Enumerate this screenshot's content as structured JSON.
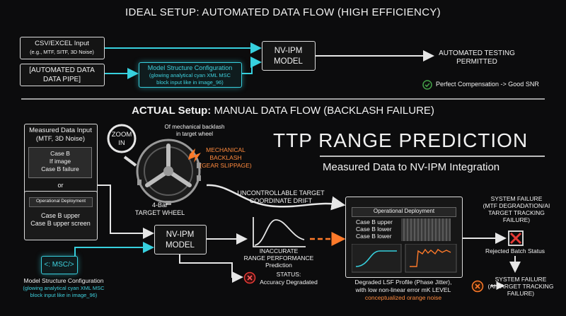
{
  "colors": {
    "background": "#0c0c0d",
    "line": "#e6e6e6",
    "accent_cyan": "#37d0de",
    "accent_orange": "#ff7a2a",
    "error_red": "#e53935",
    "ok_green": "#43a047"
  },
  "ideal": {
    "title": "IDEAL SETUP: AUTOMATED DATA FLOW (HIGH EFFICIENCY)",
    "csv_input": [
      "CSV/EXCEL Input",
      "(e.g., MTF, SITF, 3D Noise)"
    ],
    "data_pipe": [
      "[AUTOMATED DATA",
      "DATA PIPE]"
    ],
    "model_config": [
      "Model Structure Configuration",
      "(glowing analytical cyan XML MSC",
      "block input like in image_96)"
    ],
    "model": [
      "NV-IPM",
      "MODEL"
    ],
    "automated_testing": [
      "AUTOMATED TESTING",
      "PERMITTED"
    ],
    "perfect_compensation": "Perfect Compensation -> Good SNR"
  },
  "actual": {
    "title_bold": "ACTUAL Setup:",
    "title_rest": " MANUAL DATA FLOW (BACKLASH FAILURE)",
    "measured_input": [
      "Measured Data Input",
      "(MTF, 3D Noise)"
    ],
    "case_b_if": [
      "Case B",
      "If image",
      "Case B failure"
    ],
    "or_label": "or",
    "op_deployment_small": "Operational Deployment",
    "case_b_upper_small": [
      "Case B upper",
      "Case B upper screen"
    ],
    "zoom_in": [
      "ZOOM",
      "IN"
    ],
    "backlash_caption": [
      "Of mechanical backlash",
      "in target wheel"
    ],
    "mech_backlash": [
      "MECHANICAL",
      "BACKLASH",
      "(GEAR SLIPPAGE)"
    ],
    "target_wheel": [
      "4-Bar",
      "TARGET WHEEL"
    ],
    "heading": "TTP RANGE PREDICTION",
    "subheading": "Measured Data to NV-IPM Integration",
    "drift": [
      "UNCONTROLLABLE TARGET",
      "COORDINATE DRIFT"
    ],
    "model": [
      "NV-IPM",
      "MODEL"
    ],
    "msc_tag": "<: MSC/>",
    "model_config": [
      "Model Structure Configuration",
      "(glowing analytical cyan XML MSC",
      "block input like in image_96)"
    ],
    "inaccurate": [
      "INACCURATE",
      "RANGE PERFORMANCE",
      "Prediction"
    ],
    "status": [
      "STATUS:",
      "Accuracy Degradated"
    ],
    "op_deployment": "Operational Deployment",
    "case_list": [
      "Case B upper",
      "Case B lower",
      "Case B lower"
    ],
    "lsf_caption": [
      "Degraded LSF Profile (Phase Jitter),",
      "with low non-linear error mK LEVEL"
    ],
    "lsf_orange": "conceptualized orange noise",
    "system_failure_1": [
      "SYSTEM FAILURE",
      "(MTF DEGRADATION/AI",
      "TARGET TRACKING",
      "FAILURE)"
    ],
    "rejected": "Rejected Batch Status",
    "system_failure_2": [
      "SYSTEM FAILURE",
      "(AI TARGET TRACKING",
      "FAILURE)"
    ]
  }
}
